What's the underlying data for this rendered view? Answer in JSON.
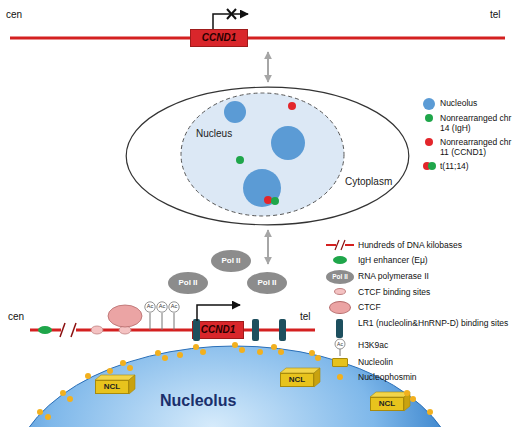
{
  "diagram": {
    "nodes": [
      {
        "text": [
          "CCND1"
        ]
      },
      {
        "text": [
          "Cytoplasm"
        ]
      },
      {
        "text": [
          "Nucleus"
        ],
        "in": 1
      },
      {
        "text": [
          "CCND1"
        ]
      },
      {
        "text": [
          "Pol II"
        ]
      },
      {
        "text": [
          "Pol II"
        ]
      },
      {
        "text": [
          "Pol II"
        ]
      },
      {
        "text": [
          "Ac"
        ]
      },
      {
        "text": [
          "Ac"
        ]
      },
      {
        "text": [
          "Ac"
        ]
      },
      {
        "text": [
          "Nucleolus"
        ]
      },
      {
        "text": [
          "NCL"
        ],
        "in": 10
      },
      {
        "text": [
          "NCL"
        ],
        "in": 10
      },
      {
        "text": [
          "NCL"
        ],
        "in": 10
      }
    ],
    "labels": [
      "cen",
      "tel",
      "cen",
      "tel",
      "Pol II",
      "Ac"
    ],
    "legend": [
      {
        "text": "Nucleolus",
        "color": "#5b9bd5"
      },
      {
        "text": "Nonrearranged chr 14 (IgH)",
        "color": "#1fa64a"
      },
      {
        "text": "Nonrearranged chr 11 (CCND1)",
        "color": "#e3262b"
      },
      {
        "text": "t(11;14)"
      },
      {
        "text": "Hundreds of DNA kilobases"
      },
      {
        "text": "IgH enhancer (Eμ)",
        "color": "#1fa64a"
      },
      {
        "text": "RNA polymerase II"
      },
      {
        "text": "CTCF binding sites",
        "color": "#f4c2c2"
      },
      {
        "text": "CTCF",
        "color": "#eba4a4"
      },
      {
        "text": "LR1 (nucleolin&HnRNP-D) binding sites",
        "color": "#1d4f5e"
      },
      {
        "text": "H3K9ac"
      },
      {
        "text": "Nucleolin",
        "color": "#e6c21c"
      },
      {
        "text": "Nucleophosmin",
        "color": "#f2b01e"
      }
    ]
  }
}
